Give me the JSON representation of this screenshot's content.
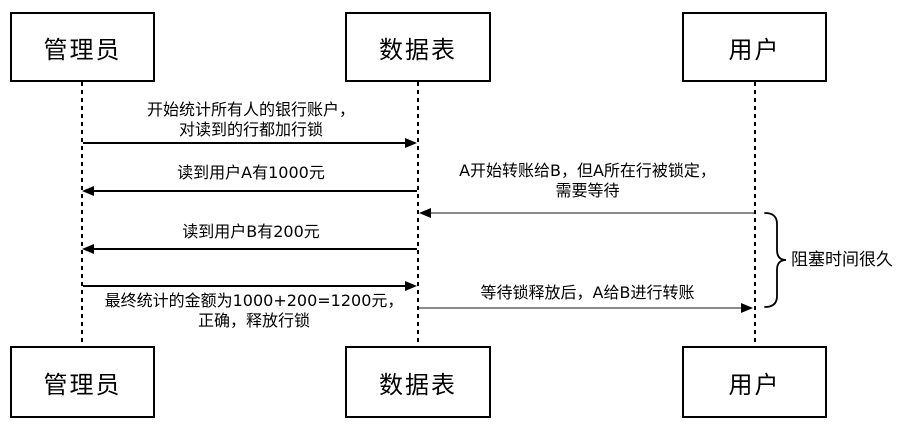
{
  "diagram": {
    "type": "sequence",
    "actors": [
      {
        "label": "管理员"
      },
      {
        "label": "数据表"
      },
      {
        "label": "用户"
      }
    ],
    "messages": [
      {
        "from": "管理员",
        "to": "数据表",
        "direction": "right",
        "style": "black",
        "lines": [
          "开始统计所有人的银行账户，",
          "对读到的行都加行锁"
        ]
      },
      {
        "from": "数据表",
        "to": "管理员",
        "direction": "left",
        "style": "black",
        "lines": [
          "读到用户A有1000元"
        ]
      },
      {
        "from": "用户",
        "to": "数据表",
        "direction": "left",
        "style": "gray",
        "lines": [
          "A开始转账给B，但A所在行被锁定，",
          "需要等待"
        ]
      },
      {
        "from": "数据表",
        "to": "管理员",
        "direction": "left",
        "style": "black",
        "lines": [
          "读到用户B有200元"
        ]
      },
      {
        "from": "管理员",
        "to": "数据表",
        "direction": "right",
        "style": "black",
        "lines": [
          "最终统计的金额为1000+200=1200元，",
          "正确，释放行锁"
        ]
      },
      {
        "from": "数据表",
        "to": "用户",
        "direction": "right",
        "style": "gray",
        "lines": [
          "等待锁释放后，A给B进行转账"
        ]
      }
    ],
    "annotation": {
      "label": "阻塞时间很久"
    },
    "colors": {
      "line": "#000000",
      "gray_line": "#8a8a8a",
      "text": "#000000",
      "background": "#ffffff"
    }
  }
}
